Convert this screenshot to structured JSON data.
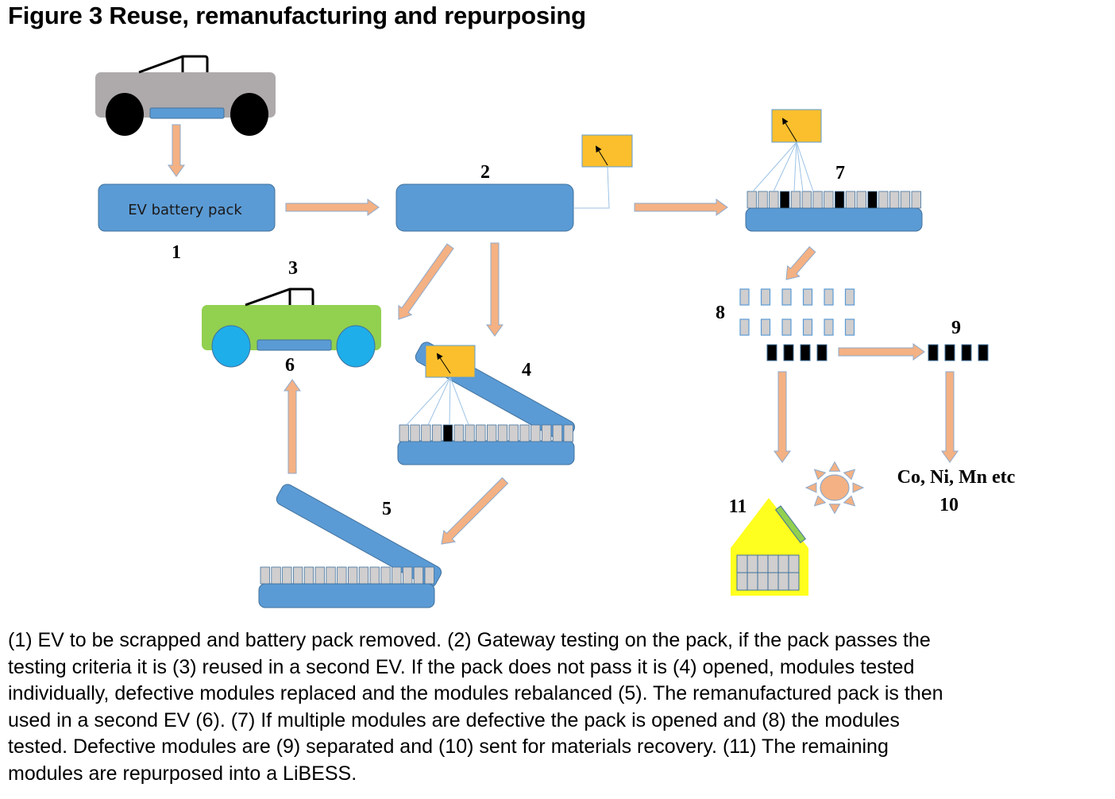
{
  "figure": {
    "title": "Figure 3 Reuse, remanufacturing and repurposing"
  },
  "diagram": {
    "colors": {
      "battery_blue": "#5b9bd5",
      "battery_stroke": "#41719c",
      "arrow_fill": "#f4b183",
      "arrow_stroke": "#8eaacc",
      "tester_yellow": "#fbbf2d",
      "old_car_grey": "#aeaaab",
      "new_car_green": "#92d050",
      "new_wheel_blue": "#1eaeea",
      "module_grey": "#d0cece",
      "module_defective": "#000000",
      "house_yellow": "#ffff1f",
      "solar_panel_green": "#92d050",
      "sun_orange": "#f4b183"
    },
    "battery_pack_label": "EV battery pack",
    "step_labels": {
      "s1": "1",
      "s2": "2",
      "s3": "3",
      "s4": "4",
      "s5": "5",
      "s6": "6",
      "s7": "7",
      "s8": "8",
      "s9": "9",
      "s10": "10",
      "s11": "11"
    },
    "materials_label": "Co, Ni, Mn etc",
    "pack7_modules": [
      "ok",
      "ok",
      "ok",
      "bad",
      "ok",
      "ok",
      "ok",
      "ok",
      "bad",
      "ok",
      "ok",
      "bad",
      "ok",
      "ok",
      "ok",
      "ok"
    ],
    "pack4_modules": [
      "ok",
      "ok",
      "ok",
      "ok",
      "bad",
      "ok",
      "ok",
      "ok",
      "ok",
      "ok",
      "ok",
      "ok",
      "ok",
      "ok",
      "ok",
      "ok"
    ],
    "pack5_modules": [
      "ok",
      "ok",
      "ok",
      "ok",
      "ok",
      "ok",
      "ok",
      "ok",
      "ok",
      "ok",
      "ok",
      "ok",
      "ok",
      "ok",
      "ok",
      "ok"
    ],
    "tested_modules_rows": 2,
    "tested_modules_per_row": 6,
    "defective_modules_count": 4,
    "separated_modules_count": 4,
    "libess_modules": {
      "rows": 2,
      "cols": 6
    }
  },
  "caption": {
    "lines": [
      "(1) EV to be scrapped and battery pack removed. (2) Gateway testing on the pack, if the pack passes the",
      "testing criteria it is (3) reused in a second EV. If the pack does not pass it is (4) opened, modules tested",
      "individually, defective modules replaced and the modules rebalanced (5). The remanufactured pack is then",
      "used in a second EV (6). (7) If multiple modules are defective the pack is opened and (8) the modules",
      "tested. Defective modules are (9) separated and (10) sent for materials recovery. (11) The remaining",
      "modules are repurposed into a LiBESS."
    ]
  }
}
